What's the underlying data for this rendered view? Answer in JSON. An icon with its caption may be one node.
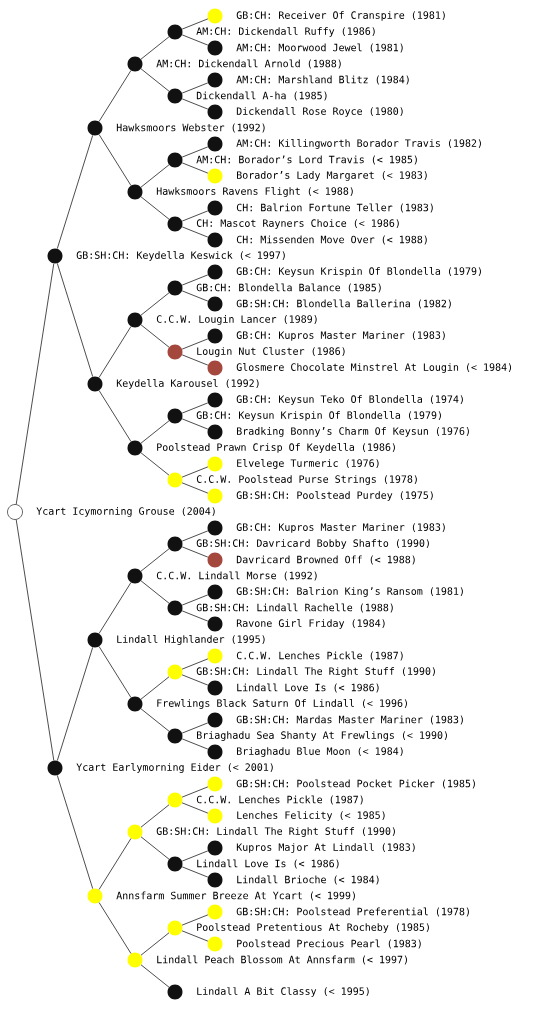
{
  "diagram": {
    "nodes": [
      {
        "text": [],
        "shape": "circle",
        "beside": [
          "GB:CH: Receiver Of Cranspire (1981)"
        ]
      },
      {
        "text": [],
        "shape": "circle"
      },
      {
        "text": [],
        "shape": "circle",
        "beside": [
          "AM:CH: Moorwood Jewel (1981)"
        ]
      },
      {
        "text": [],
        "shape": "circle"
      },
      {
        "text": [],
        "shape": "circle",
        "beside": [
          "AM:CH: Marshland Blitz (1984)"
        ]
      },
      {
        "text": [],
        "shape": "circle"
      },
      {
        "text": [],
        "shape": "circle",
        "beside": [
          "Dickendall Rose Royce (1980)"
        ]
      },
      {
        "text": [],
        "shape": "circle"
      },
      {
        "text": [],
        "shape": "circle",
        "beside": [
          "AM:CH: Killingworth Borador Travis (1982)"
        ]
      },
      {
        "text": [],
        "shape": "circle"
      },
      {
        "text": [],
        "shape": "circle",
        "beside": [
          "Borador’s Lady Margaret (< 1983)"
        ]
      },
      {
        "text": [],
        "shape": "circle"
      },
      {
        "text": [],
        "shape": "circle",
        "beside": [
          "CH: Balrion Fortune Teller (1983)"
        ]
      },
      {
        "text": [],
        "shape": "circle"
      },
      {
        "text": [],
        "shape": "circle",
        "beside": [
          "CH: Missenden Move Over (< 1988)"
        ]
      },
      {
        "text": [],
        "shape": "circle"
      },
      {
        "text": [],
        "shape": "circle",
        "beside": [
          "GB:CH: Keysun Krispin Of Blondella (1979)"
        ]
      },
      {
        "text": [],
        "shape": "circle"
      },
      {
        "text": [],
        "shape": "circle",
        "beside": [
          "GB:SH:CH: Blondella Ballerina (1982)"
        ]
      },
      {
        "text": [],
        "shape": "circle"
      },
      {
        "text": [],
        "shape": "circle",
        "beside": [
          "GB:CH: Kupros Master Mariner (1983)"
        ]
      },
      {
        "text": [],
        "shape": "circle"
      },
      {
        "text": [],
        "shape": "circle",
        "beside": [
          "Glosmere Chocolate Minstrel At Lougin (< 1984)"
        ]
      },
      {
        "text": [],
        "shape": "circle"
      },
      {
        "text": [],
        "shape": "circle",
        "beside": [
          "GB:CH: Keysun Teko Of Blondella (1974)"
        ]
      },
      {
        "text": [],
        "shape": "circle"
      },
      {
        "text": [],
        "shape": "circle",
        "beside": [
          "Bradking Bonny’s Charm Of Keysun (1976)"
        ]
      },
      {
        "text": [],
        "shape": "circle"
      },
      {
        "text": [],
        "shape": "circle",
        "beside": [
          "Elvelege Turmeric (1976)"
        ]
      },
      {
        "text": [],
        "shape": "circle"
      },
      {
        "text": [],
        "shape": "circle",
        "beside": [
          "GB:SH:CH: Poolstead Purdey (1975)"
        ]
      },
      {
        "text": [],
        "shape": "circle"
      },
      {
        "text": [],
        "shape": "circle",
        "beside": [
          "GB:CH: Kupros Master Mariner (1983)"
        ]
      },
      {
        "text": [],
        "shape": "circle"
      },
      {
        "text": [],
        "shape": "circle",
        "beside": [
          "Davricard Browned Off (< 1988)"
        ]
      },
      {
        "text": [],
        "shape": "circle"
      },
      {
        "text": [],
        "shape": "circle",
        "beside": [
          "GB:SH:CH: Balrion King’s Ransom (1981)"
        ]
      },
      {
        "text": [],
        "shape": "circle"
      },
      {
        "text": [],
        "shape": "circle",
        "beside": [
          "Ravone Girl Friday (1984)"
        ]
      },
      {
        "text": [],
        "shape": "circle"
      },
      {
        "text": [],
        "shape": "circle",
        "beside": [
          "C.C.W. Lenches Pickle (1987)"
        ]
      },
      {
        "text": [],
        "shape": "circle"
      },
      {
        "text": [],
        "shape": "circle",
        "beside": [
          "Lindall Love Is (< 1986)"
        ]
      },
      {
        "text": [],
        "shape": "circle"
      },
      {
        "text": [],
        "shape": "circle",
        "beside": [
          "GB:SH:CH: Mardas Master Mariner (1983)"
        ]
      },
      {
        "text": [],
        "shape": "circle"
      },
      {
        "text": [],
        "shape": "circle",
        "beside": [
          "Briaghadu Blue Moon (< 1984)"
        ]
      },
      {
        "text": [],
        "shape": "circle"
      },
      {
        "text": [],
        "shape": "circle",
        "beside": [
          "GB:SH:CH: Poolstead Pocket Picker (1985)"
        ]
      },
      {
        "text": [],
        "shape": "circle"
      },
      {
        "text": [],
        "shape": "circle",
        "beside": [
          "Lenches Felicity (< 1985)"
        ]
      },
      {
        "text": [],
        "shape": "circle"
      },
      {
        "text": [],
        "shape": "circle",
        "beside": [
          "Kupros Major At Lindall (1983)"
        ]
      },
      {
        "text": [],
        "shape": "circle"
      },
      {
        "text": [],
        "shape": "circle",
        "beside": [
          "Lindall Brioche (< 1984)"
        ]
      },
      {
        "text": [],
        "shape": "circle"
      },
      {
        "text": [],
        "shape": "circle",
        "beside": [
          "GB:SH:CH: Poolstead Preferential (1978)"
        ]
      },
      {
        "text": [],
        "shape": "circle"
      },
      {
        "text": [],
        "shape": "circle",
        "beside": [
          "Poolstead Precious Pearl (1983)"
        ]
      },
      {
        "text": [],
        "shape": "circle"
      },
      {
        "text": [],
        "shape": "circle",
        "beside": [
          "Lindall A Bit Classy (< 1995)"
        ]
      }
    ],
    "edges": [
      {
        "from": 1,
        "to": 0,
        "arrow": "none"
      },
      {
        "from": 1,
        "to": 2,
        "arrow": "none"
      },
      {
        "from": 3,
        "to": 1,
        "arrow": "none"
      },
      {
        "from": 3,
        "to": 5,
        "arrow": "none"
      },
      {
        "from": 5,
        "to": 4,
        "arrow": "none"
      },
      {
        "from": 5,
        "to": 6,
        "arrow": "none"
      },
      {
        "from": 7,
        "to": 3,
        "arrow": "none"
      },
      {
        "from": 7,
        "to": 11,
        "arrow": "none"
      },
      {
        "from": 9,
        "to": 8,
        "arrow": "none"
      },
      {
        "from": 9,
        "to": 10,
        "arrow": "none"
      },
      {
        "from": 11,
        "to": 9,
        "arrow": "none"
      },
      {
        "from": 11,
        "to": 13,
        "arrow": "none"
      },
      {
        "from": 13,
        "to": 12,
        "arrow": "none"
      },
      {
        "from": 13,
        "to": 14,
        "arrow": "none"
      },
      {
        "from": 15,
        "to": 7,
        "arrow": "none"
      },
      {
        "from": 15,
        "to": 23,
        "arrow": "none"
      },
      {
        "from": 17,
        "to": 16,
        "arrow": "none"
      },
      {
        "from": 17,
        "to": 18,
        "arrow": "none"
      },
      {
        "from": 19,
        "to": 17,
        "arrow": "none"
      },
      {
        "from": 19,
        "to": 21,
        "arrow": "none"
      },
      {
        "from": 21,
        "to": 20,
        "arrow": "none"
      },
      {
        "from": 21,
        "to": 22,
        "arrow": "none"
      },
      {
        "from": 23,
        "to": 19,
        "arrow": "none"
      },
      {
        "from": 23,
        "to": 27,
        "arrow": "none"
      },
      {
        "from": 25,
        "to": 24,
        "arrow": "none"
      },
      {
        "from": 25,
        "to": 26,
        "arrow": "none"
      },
      {
        "from": 27,
        "to": 25,
        "arrow": "none"
      },
      {
        "from": 27,
        "to": 29,
        "arrow": "none"
      },
      {
        "from": 29,
        "to": 28,
        "arrow": "none"
      },
      {
        "from": 29,
        "to": 30,
        "arrow": "none"
      },
      {
        "from": 31,
        "to": 15,
        "arrow": "none"
      },
      {
        "from": 31,
        "to": 47,
        "arrow": "none"
      },
      {
        "from": 33,
        "to": 32,
        "arrow": "none"
      },
      {
        "from": 33,
        "to": 34,
        "arrow": "none"
      },
      {
        "from": 35,
        "to": 33,
        "arrow": "none"
      },
      {
        "from": 35,
        "to": 37,
        "arrow": "none"
      },
      {
        "from": 37,
        "to": 36,
        "arrow": "none"
      },
      {
        "from": 37,
        "to": 38,
        "arrow": "none"
      },
      {
        "from": 39,
        "to": 35,
        "arrow": "none"
      },
      {
        "from": 39,
        "to": 43,
        "arrow": "none"
      },
      {
        "from": 41,
        "to": 40,
        "arrow": "none"
      },
      {
        "from": 41,
        "to": 42,
        "arrow": "none"
      },
      {
        "from": 43,
        "to": 41,
        "arrow": "none"
      },
      {
        "from": 43,
        "to": 45,
        "arrow": "none"
      },
      {
        "from": 45,
        "to": 44,
        "arrow": "none"
      },
      {
        "from": 45,
        "to": 46,
        "arrow": "none"
      },
      {
        "from": 47,
        "to": 39,
        "arrow": "none"
      },
      {
        "from": 47,
        "to": 55,
        "arrow": "none"
      },
      {
        "from": 49,
        "to": 48,
        "arrow": "none"
      },
      {
        "from": 49,
        "to": 50,
        "arrow": "none"
      },
      {
        "from": 51,
        "to": 49,
        "arrow": "none"
      },
      {
        "from": 51,
        "to": 53,
        "arrow": "none"
      },
      {
        "from": 53,
        "to": 52,
        "arrow": "none"
      },
      {
        "from": 53,
        "to": 54,
        "arrow": "none"
      },
      {
        "from": 55,
        "to": 51,
        "arrow": "none"
      },
      {
        "from": 55,
        "to": 59,
        "arrow": "none"
      },
      {
        "from": 57,
        "to": 56,
        "arrow": "none"
      },
      {
        "from": 57,
        "to": 58,
        "arrow": "none"
      },
      {
        "from": 59,
        "to": 57,
        "arrow": "none"
      },
      {
        "from": 59,
        "to": 60,
        "arrow": "none"
      }
    ],
    "labels": [
      "AM:CH: Dickendall Ruffy (1986)",
      "AM:CH: Dickendall Arnold (1988)",
      "Dickendall A-ha (1985)",
      "Hawksmoors Webster (1992)",
      "AM:CH: Borador’s Lord Travis (< 1985)",
      "Hawksmoors Ravens Flight (< 1988)",
      "CH: Mascot Rayners Choice (< 1986)",
      "GB:SH:CH: Keydella Keswick (< 1997)",
      "GB:CH: Blondella Balance (1985)",
      "C.C.W. Lougin Lancer (1989)",
      "Lougin Nut Cluster (1986)",
      "Keydella Karousel (1992)",
      "GB:CH: Keysun Krispin Of Blondella (1979)",
      "Poolstead Prawn Crisp Of Keydella (1986)",
      "C.C.W. Poolstead Purse Strings (1978)",
      "Ycart Icymorning Grouse (2004)",
      "GB:SH:CH: Davricard Bobby Shafto (1990)",
      "C.C.W. Lindall Morse (1992)",
      "GB:SH:CH: Lindall Rachelle (1988)",
      "Lindall Highlander (1995)",
      "GB:SH:CH: Lindall The Right Stuff (1990)",
      "Frewlings Black Saturn Of Lindall (< 1996)",
      "Briaghadu Sea Shanty At Frewlings (< 1990)",
      "Ycart Earlymorning Eider (< 2001)",
      "C.C.W. Lenches Pickle (1987)",
      "GB:SH:CH: Lindall The Right Stuff (1990)",
      "Lindall Love Is (< 1986)",
      "Annsfarm Summer Breeze At Ycart (< 1999)",
      "Poolstead Pretentious At Rocheby (1985)",
      "Lindall Peach Blossom At Annsfarm (< 1997)"
    ]
  }
}
